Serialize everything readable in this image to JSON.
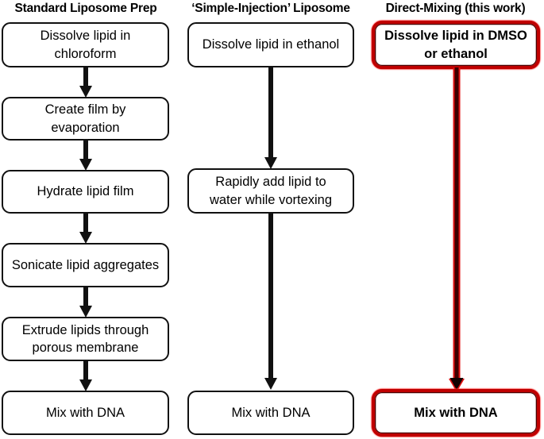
{
  "figure": {
    "kind": "process-flowchart",
    "columns": [
      {
        "id": "standard-liposome-prep",
        "header": "Standard Liposome Prep",
        "style": "plain",
        "steps": [
          "Dissolve lipid in\nchloroform",
          "Create film by\nevaporation",
          "Hydrate lipid film",
          "Sonicate lipid aggregates",
          "Extrude lipids through\nporous membrane",
          "Mix with DNA"
        ]
      },
      {
        "id": "simple-injection-liposome",
        "header": "‘Simple-Injection’ Liposome",
        "style": "plain",
        "steps": [
          "Dissolve lipid in ethanol",
          "Rapidly add lipid to\nwater while vortexing",
          "Mix with DNA"
        ]
      },
      {
        "id": "direct-mixing-this-work",
        "header": "Direct-Mixing (this work)",
        "style": "highlight",
        "steps": [
          "Dissolve lipid in DMSO\nor ethanol",
          "Mix with DNA"
        ]
      }
    ],
    "colors": {
      "box_outline": "#111111",
      "highlight_outline": "#c00000",
      "highlight_outline_inner": "#4a0000",
      "arrow_plain": "#111111",
      "arrow_highlight_core": "#3d0000",
      "arrow_highlight_edge": "#e01010",
      "text": "#000000",
      "background": "#ffffff"
    }
  }
}
